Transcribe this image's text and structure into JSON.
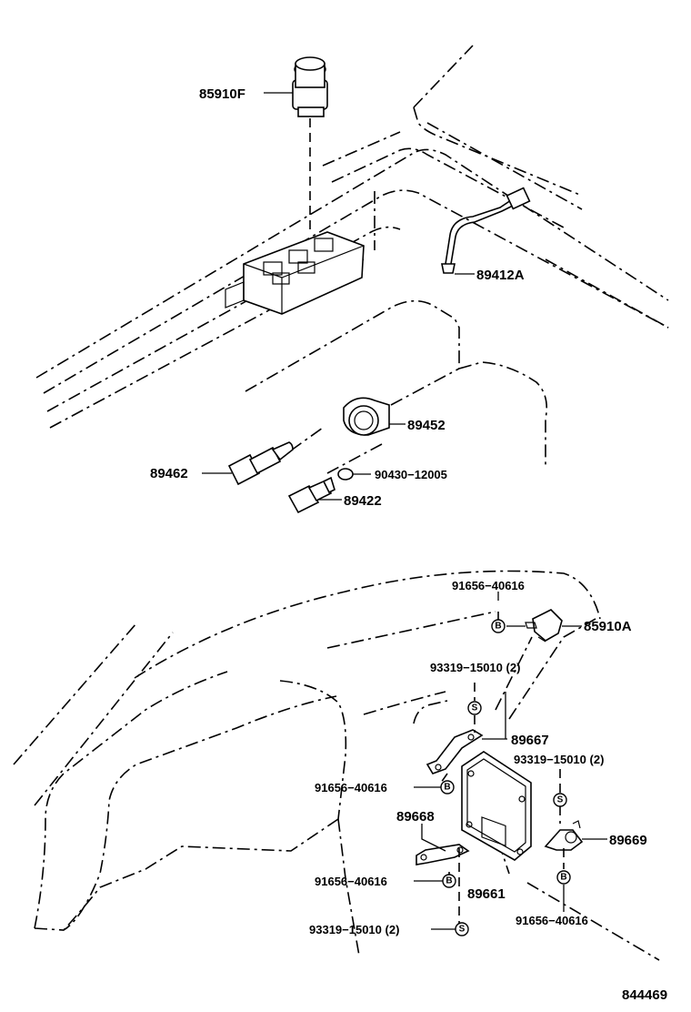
{
  "labels": {
    "p85910F": "85910F",
    "p89412A": "89412A",
    "p89452": "89452",
    "p89462": "89462",
    "p90430": "90430−12005",
    "p89422": "89422",
    "p91656_a": "91656−40616",
    "p85910A": "85910A",
    "p93319_a": "93319−15010 (2)",
    "p89667": "89667",
    "p93319_b": "93319−15010 (2)",
    "p91656_b": "91656−40616",
    "p89668": "89668",
    "p89669": "89669",
    "p91656_c": "91656−40616",
    "p89661": "89661",
    "p91656_d": "91656−40616",
    "p93319_c": "93319−15010 (2)",
    "diagram_no": "844469"
  },
  "markers": {
    "bolt": "B",
    "screw": "S"
  }
}
